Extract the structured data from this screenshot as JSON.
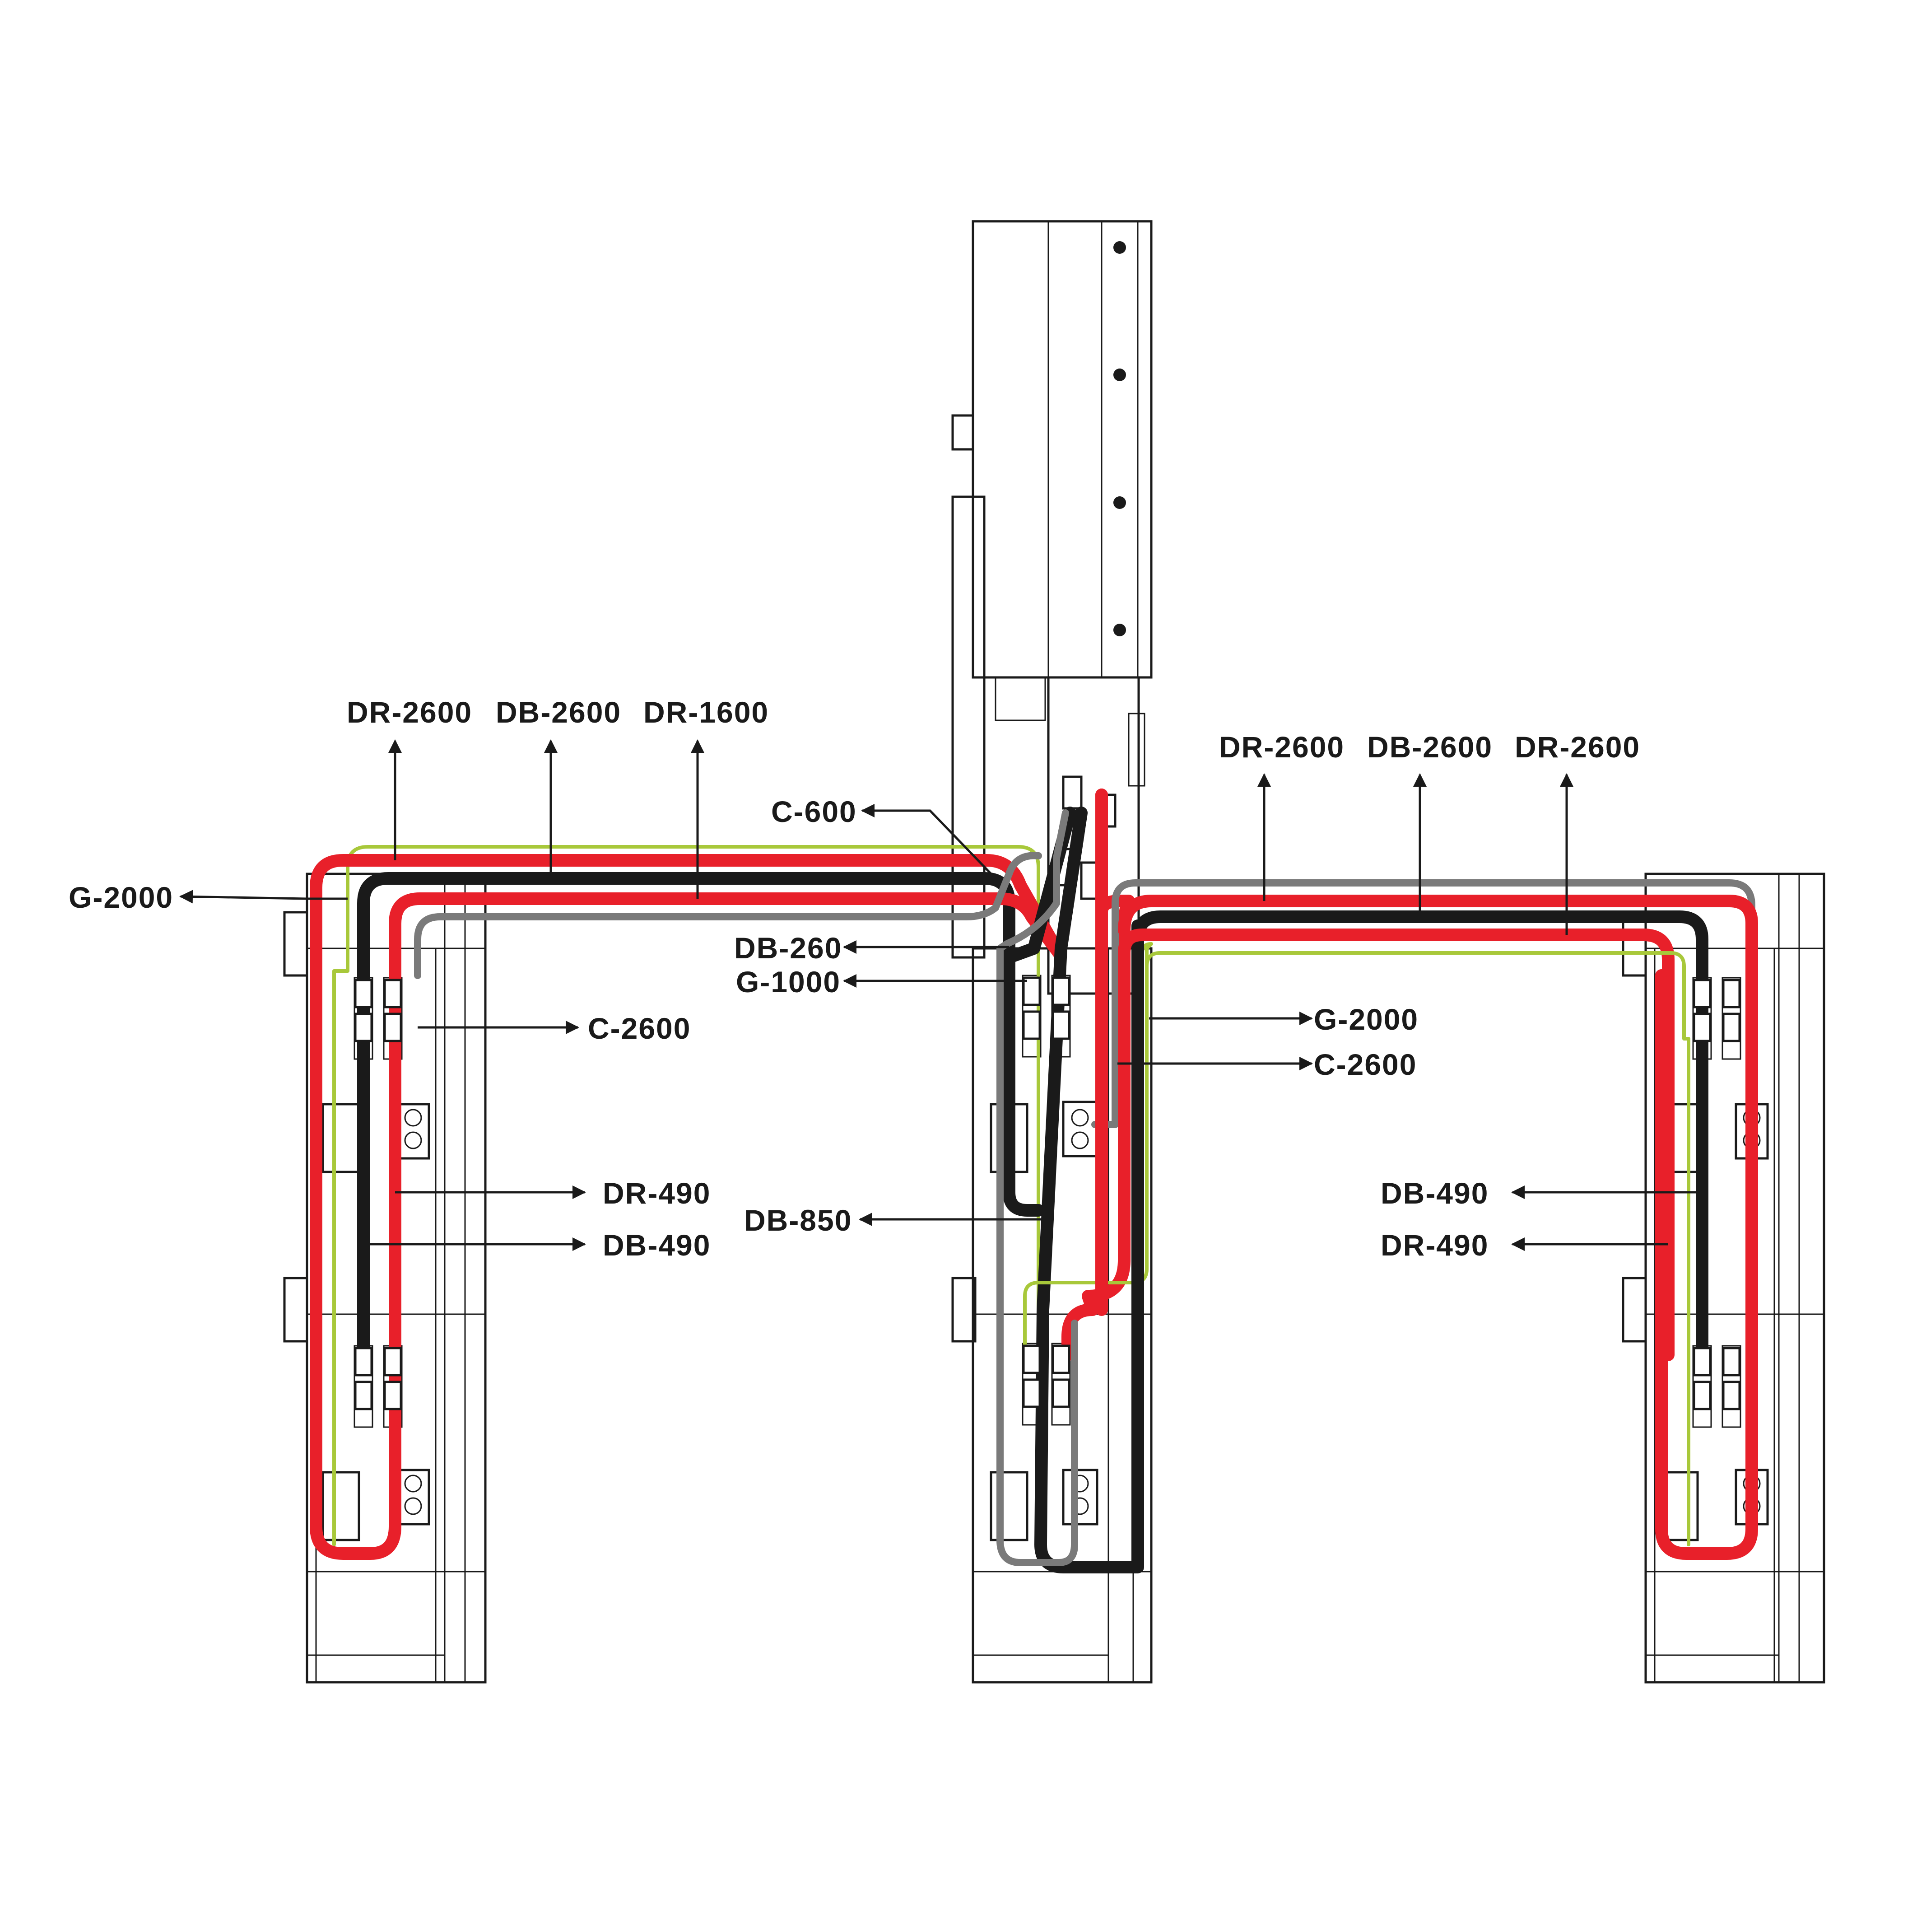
{
  "diagram": {
    "left_top_labels": [
      "DR-2600",
      "DB-2600",
      "DR-1600"
    ],
    "right_top_labels": [
      "DR-2600",
      "DB-2600",
      "DR-2600"
    ],
    "labels": {
      "g2000_left": "G-2000",
      "c600": "C-600",
      "db260": "DB-260",
      "g1000": "G-1000",
      "c2600_left": "C-2600",
      "dr490_left": "DR-490",
      "db490_left": "DB-490",
      "db850": "DB-850",
      "g2000_right": "G-2000",
      "c2600_right": "C-2600",
      "db490_right": "DB-490",
      "dr490_right": "DR-490"
    },
    "cable_colors": {
      "red": "#e8202a",
      "black": "#1a1a1a",
      "gray": "#7a7a7a",
      "green_yellow": "#a8c83a"
    }
  }
}
